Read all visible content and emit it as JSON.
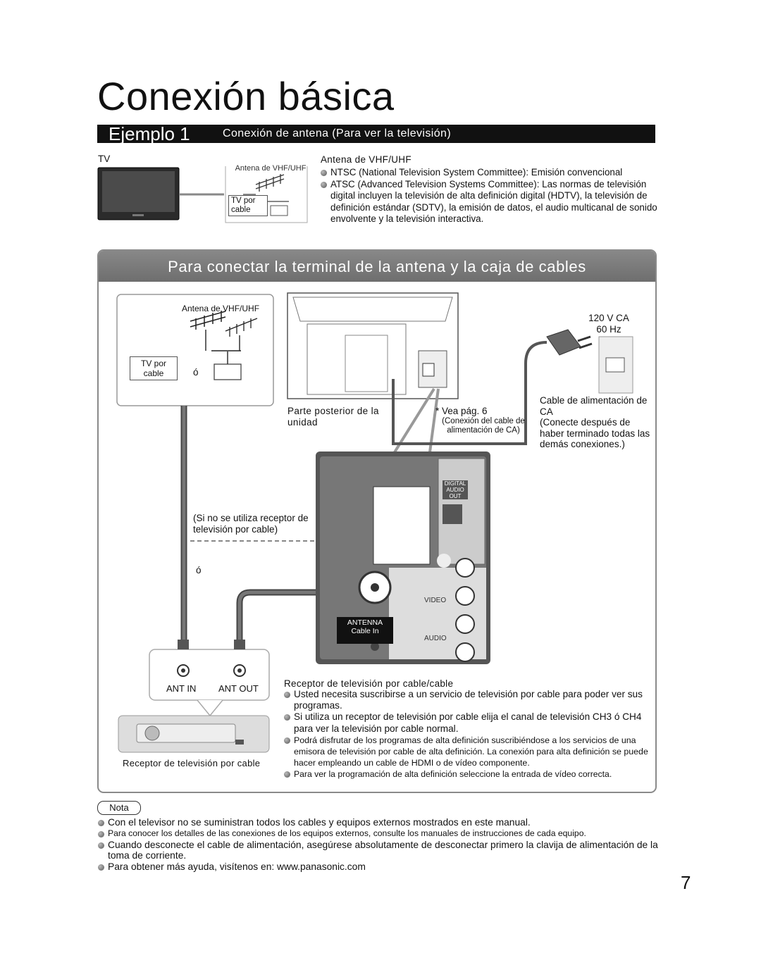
{
  "page": {
    "title": "Conexión básica",
    "page_number": "7"
  },
  "example": {
    "label": "Ejemplo 1",
    "subtitle": "Conexión de antena (Para ver la televisión)",
    "tv_label": "TV",
    "small_antenna_label": "Antena de VHF/UHF",
    "small_cable_label": "TV por cable",
    "info_heading": "Antena de VHF/UHF",
    "info_items": [
      "NTSC (National Television System Committee): Emisión convencional",
      "ATSC (Advanced Television Systems Committee): Las normas de televisión digital incluyen la televisión de alta definición digital (HDTV), la televisión de definición estándar (SDTV), la emisión de datos, el audio multicanal de sonido envolvente y la televisión interactiva."
    ]
  },
  "panel": {
    "title": "Para conectar la terminal de la antena y la caja de cables",
    "antenna_label": "Antena de VHF/UHF",
    "cable_tv_label": "TV por cable",
    "or_label": "ó",
    "or_label_2": "ó",
    "power_label": "120 V CA\n60 Hz",
    "rear_label": "Parte posterior de la unidad",
    "see_page": "* Vea pág. 6",
    "see_page_note": "(Conexión del cable de alimentación de CA)",
    "power_cable_label": "Cable de alimentación de CA\n(Conecte después de haber terminado todas las demás conexiones.)",
    "no_receiver_note": "(Si no se utiliza receptor de televisión por cable)",
    "digital_audio_label": "DIGITAL AUDIO OUT",
    "antenna_terminal_label": "ANTENNA\nCable In",
    "video_label": "VIDEO",
    "audio_label": "AUDIO",
    "ant_in": "ANT IN",
    "ant_out": "ANT OUT",
    "receiver_caption": "Receptor de televisión por cable",
    "receiver_heading": "Receptor de televisión por cable/cable",
    "receiver_items": [
      "Usted necesita suscribirse a un servicio de televisión por cable para poder ver sus programas.",
      "Si utiliza un receptor de televisión por cable elija el canal de televisión CH3 ó CH4 para ver la televisión por cable normal.",
      "Podrá disfrutar de los programas de alta definición suscribiéndose a los servicios de una emisora de televisión por cable de alta definición. La conexión para alta definición se puede hacer empleando un cable de HDMI o de vídeo componente.",
      "Para ver la programación de alta definición seleccione la entrada de vídeo correcta."
    ]
  },
  "nota": {
    "label": "Nota",
    "items": [
      "Con el televisor no se suministran todos los cables y equipos externos mostrados en este manual.",
      "Para conocer los detalles de las conexiones de los equipos externos, consulte los manuales de instrucciones de cada equipo.",
      "Cuando desconecte el cable de alimentación, asegúrese absolutamente de desconectar primero la clavija de alimentación de la toma de corriente.",
      "Para obtener más ayuda, visítenos en: www.panasonic.com"
    ]
  }
}
